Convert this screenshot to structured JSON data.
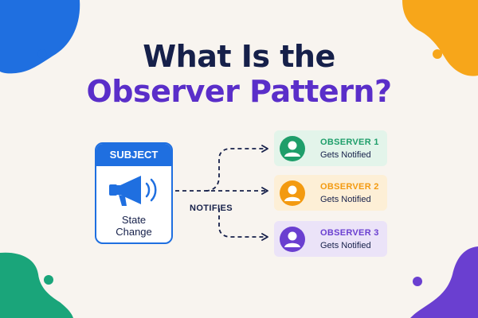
{
  "title": {
    "line1": "What Is the",
    "line2": "Observer Pattern?"
  },
  "subject": {
    "header": "SUBJECT",
    "text": "State\nChange",
    "icon": "megaphone-icon",
    "color": "#1f6fe0"
  },
  "connector_label": "NOTIFIES",
  "observers": [
    {
      "name": "OBSERVER 1",
      "desc": "Gets Notified",
      "color": "#1e9e6a",
      "bg": "#e3f4ea",
      "icon": "user-icon"
    },
    {
      "name": "OBSERVER 2",
      "desc": "Gets Notified",
      "color": "#f39a10",
      "bg": "#fdefd6",
      "icon": "user-icon"
    },
    {
      "name": "OBSERVER 3",
      "desc": "Gets Notified",
      "color": "#6a3fd0",
      "bg": "#ebe3f8",
      "icon": "user-icon"
    }
  ],
  "colors": {
    "background": "#f8f4ef",
    "title_dark": "#16204a",
    "title_accent": "#5a2ec9",
    "blob_blue": "#1f6fe0",
    "blob_orange": "#f7a61a",
    "blob_green": "#1aa57a",
    "blob_purple": "#6a3fd0"
  }
}
